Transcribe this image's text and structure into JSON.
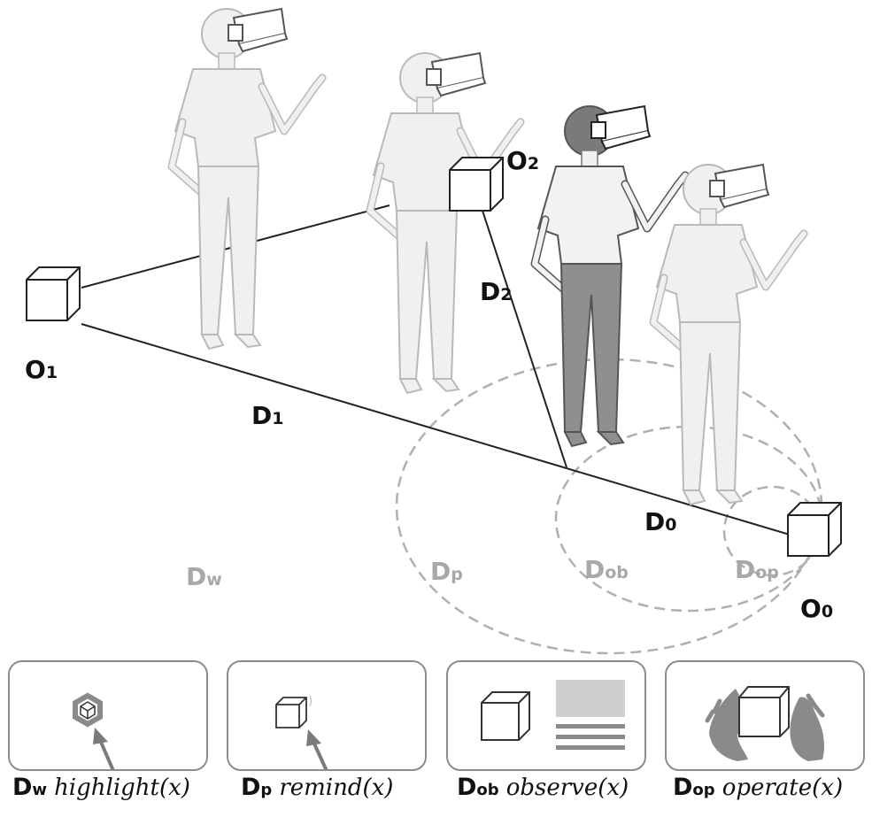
{
  "colors": {
    "figure_fill": "#f0f0f0",
    "figure_stroke": "#b9b9b9",
    "active_head": "#7a7a7a",
    "active_pants": "#8f8f8f",
    "zone_label": "#a8a8a8",
    "hand": "#8a8a8a"
  },
  "labels": {
    "o1": {
      "main": "O",
      "sub": "1"
    },
    "o2": {
      "main": "O",
      "sub": "2"
    },
    "o0": {
      "main": "O",
      "sub": "0"
    },
    "d1": {
      "main": "D",
      "sub": "1"
    },
    "d2": {
      "main": "D",
      "sub": "2"
    },
    "d0": {
      "main": "D",
      "sub": "0"
    },
    "dw": {
      "main": "D",
      "sub": "w"
    },
    "dp": {
      "main": "D",
      "sub": "p"
    },
    "dob": {
      "main": "D",
      "sub": "ob"
    },
    "dop": {
      "main": "D",
      "sub": "op"
    }
  },
  "panels": [
    {
      "zone": "D",
      "sub": "w",
      "func": "highlight(x)",
      "icon": "highlight-cube-icon"
    },
    {
      "zone": "D",
      "sub": "p",
      "func": "remind(x)",
      "icon": "remind-cube-icon"
    },
    {
      "zone": "D",
      "sub": "ob",
      "func": "observe(x)",
      "icon": "observe-cube-icon"
    },
    {
      "zone": "D",
      "sub": "op",
      "func": "operate(x)",
      "icon": "operate-hands-icon"
    }
  ]
}
